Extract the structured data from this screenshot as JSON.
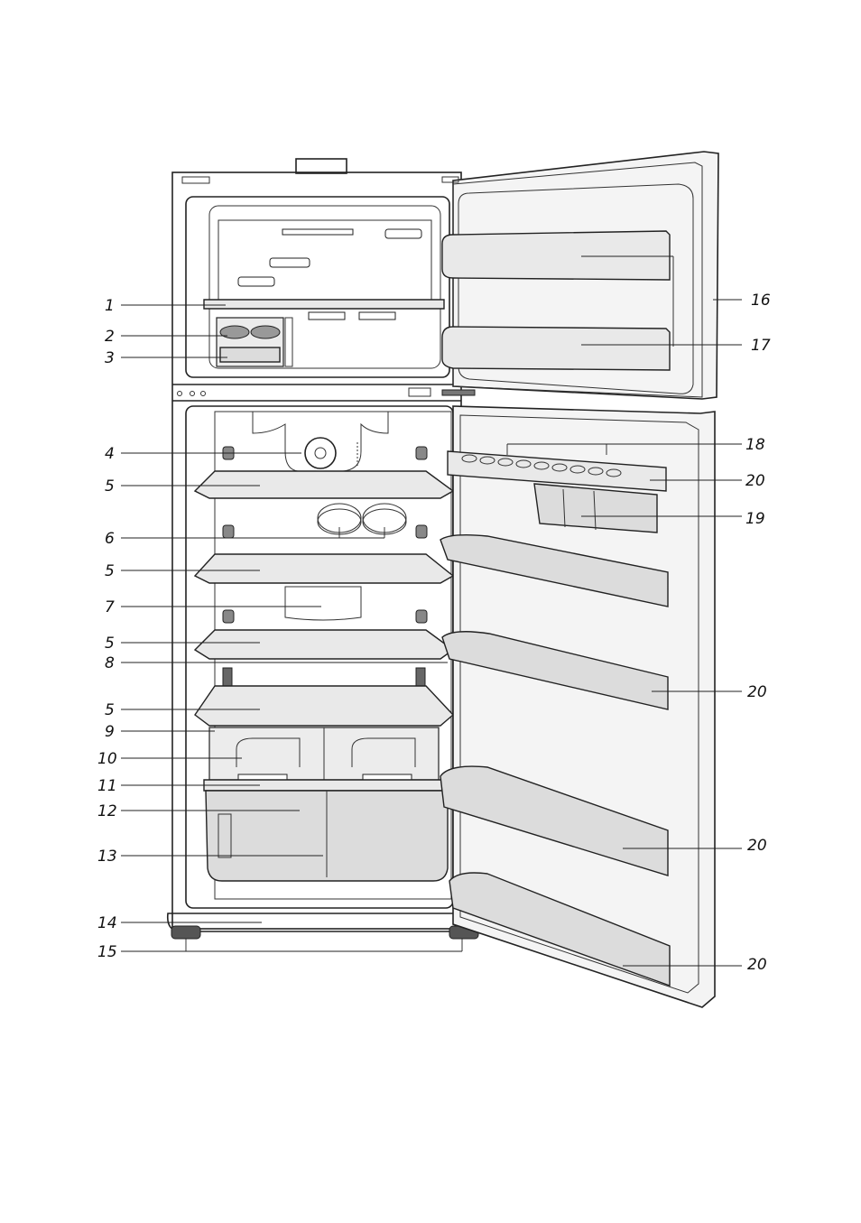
{
  "labels_left": [
    "1",
    "2",
    "3",
    "4",
    "5",
    "6",
    "5",
    "7",
    "5",
    "8",
    "5",
    "9",
    "10",
    "11",
    "12",
    "13",
    "14",
    "15"
  ],
  "labels_right": [
    "16",
    "17",
    "18",
    "20",
    "19",
    "20",
    "20",
    "20"
  ]
}
